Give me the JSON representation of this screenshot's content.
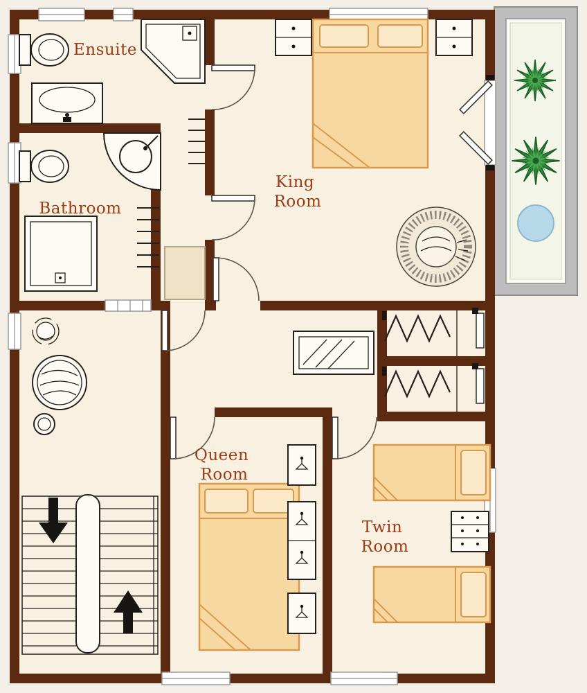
{
  "rooms": {
    "ensuite": {
      "label": "Ensuite"
    },
    "bathroom": {
      "label": "Bathroom"
    },
    "king": {
      "line1": "King",
      "line2": "Room"
    },
    "queen": {
      "line1": "Queen",
      "line2": "Room"
    },
    "twin": {
      "line1": "Twin",
      "line2": "Room"
    }
  },
  "fixtures": [
    "toilet",
    "sink",
    "corner-shower",
    "shower",
    "corner-basin",
    "towel-rail",
    "washing-drum",
    "glass-table",
    "closet-hanging-rail",
    "king-bed",
    "queen-bed",
    "twin-bed",
    "nightstand",
    "wardrobe",
    "dresser",
    "round-chair",
    "stairs",
    "stairs-down-arrow",
    "stairs-up-arrow",
    "plant",
    "patio-table",
    "french-doors"
  ],
  "colors": {
    "page_bg": "#f4f0e7",
    "floor": "#f8f1e1",
    "wall": "#5c2a11",
    "bed_fill": "#f7d8a1",
    "bed_stroke": "#d89a4a",
    "pillow_fill": "#fbe9c9",
    "label_text": "#9b3c17",
    "plant_green": "#2f8f3b",
    "plant_dark": "#1c5f26",
    "plant_light": "#4aa64f",
    "table_blue": "#b7d8e9",
    "balcony_frame": "#bdbdbd",
    "balcony_inner": "#fbfbf2",
    "utility_fill": "#efe2c8"
  }
}
